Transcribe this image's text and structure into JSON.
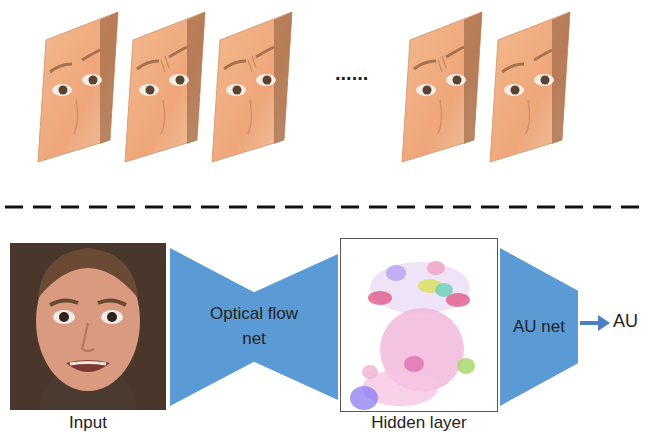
{
  "diagram": {
    "nodes": [
      {
        "text": [
          "Input"
        ]
      },
      {
        "text": [
          "Optical flow net"
        ]
      },
      {
        "text": [
          "Hidden layer"
        ]
      },
      {
        "text": [
          "AU net"
        ]
      }
    ],
    "labels": [
      "......",
      "AU"
    ]
  }
}
